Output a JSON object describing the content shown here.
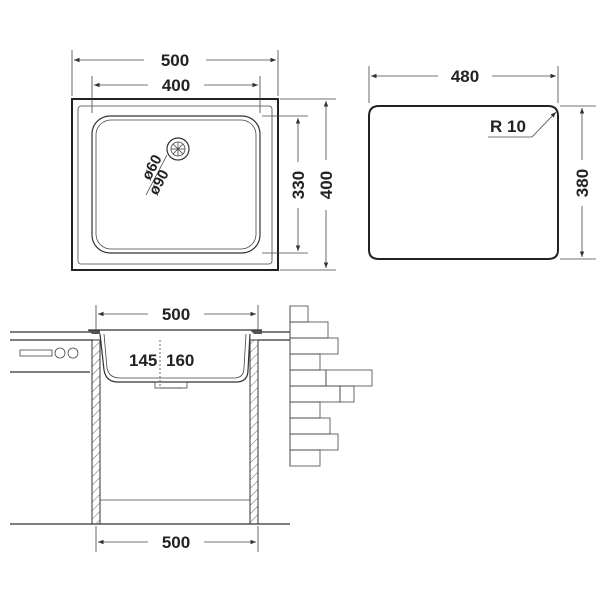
{
  "top_view": {
    "dim_outer_width": "500",
    "dim_inner_width": "400",
    "dim_inner_height": "330",
    "dim_outer_height": "400",
    "drain_dim_inner": "ø60",
    "drain_dim_outer": "ø90"
  },
  "cutout_view": {
    "dim_width": "480",
    "dim_height": "380",
    "corner_radius": "R 10"
  },
  "side_view": {
    "dim_top_width": "500",
    "dim_bowl_left_depth": "145",
    "dim_bowl_right_depth": "160",
    "dim_cabinet_width": "500"
  }
}
